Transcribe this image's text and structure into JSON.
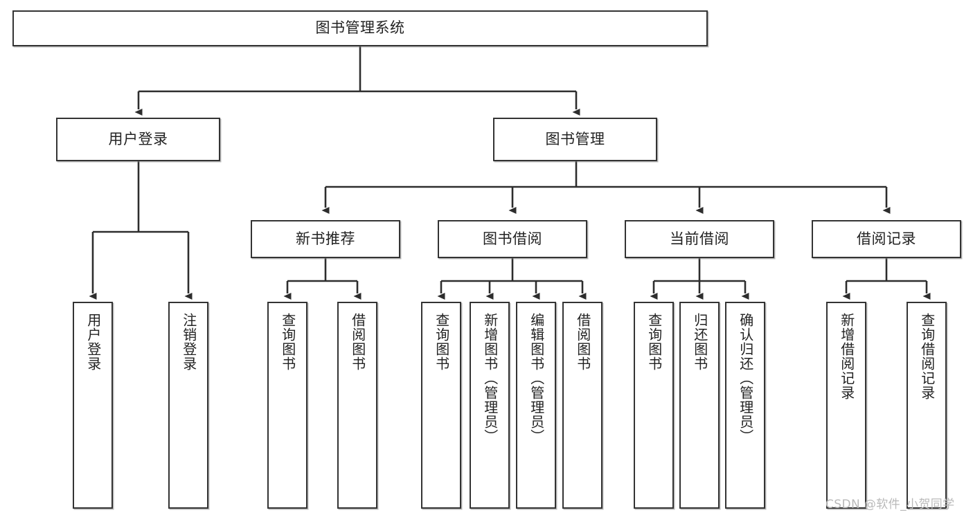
{
  "diagram": {
    "title": "图书管理系统",
    "type": "tree-hierarchy-diagram",
    "root": {
      "id": "root",
      "label": "图书管理系统"
    },
    "level2": [
      {
        "id": "user-login",
        "label": "用户登录"
      },
      {
        "id": "book-manage",
        "label": "图书管理"
      }
    ],
    "level3": [
      {
        "id": "new-book-rec",
        "label": "新书推荐"
      },
      {
        "id": "book-borrow",
        "label": "图书借阅"
      },
      {
        "id": "current-borrow",
        "label": "当前借阅"
      },
      {
        "id": "borrow-record",
        "label": "借阅记录"
      }
    ],
    "leaves": [
      {
        "id": "leaf-user-login",
        "label": "用户登录",
        "parent": "user-login"
      },
      {
        "id": "leaf-logout",
        "label": "注销登录",
        "parent": "user-login"
      },
      {
        "id": "leaf-query-book-1",
        "label": "查询图书",
        "parent": "new-book-rec"
      },
      {
        "id": "leaf-borrow-book-1",
        "label": "借阅图书",
        "parent": "new-book-rec"
      },
      {
        "id": "leaf-query-book-2",
        "label": "查询图书",
        "parent": "book-borrow"
      },
      {
        "id": "leaf-add-book",
        "label": "新增图书（管理员）",
        "parent": "book-borrow"
      },
      {
        "id": "leaf-edit-book",
        "label": "编辑图书（管理员）",
        "parent": "book-borrow"
      },
      {
        "id": "leaf-borrow-book-2",
        "label": "借阅图书",
        "parent": "book-borrow"
      },
      {
        "id": "leaf-query-book-3",
        "label": "查询图书",
        "parent": "current-borrow"
      },
      {
        "id": "leaf-return-book",
        "label": "归还图书",
        "parent": "current-borrow"
      },
      {
        "id": "leaf-confirm-return",
        "label": "确认归还（管理员）",
        "parent": "current-borrow"
      },
      {
        "id": "leaf-add-record",
        "label": "新增借阅记录",
        "parent": "borrow-record"
      },
      {
        "id": "leaf-query-record",
        "label": "查询借阅记录",
        "parent": "borrow-record"
      }
    ],
    "watermark": "CSDN @软件_小贺同学",
    "colors": {
      "box_border": "#333333",
      "box_fill": "#ffffff",
      "connector": "#2d2d2d",
      "text": "#222222",
      "watermark": "#b9b9b9",
      "background": "#ffffff"
    }
  }
}
